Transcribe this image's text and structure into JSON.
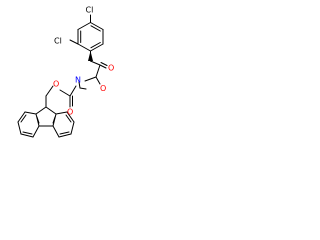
{
  "molecule": {
    "atoms": {
      "cl1": "Cl",
      "cl2": "Cl",
      "o_ring": "O",
      "o_carbonyl_ring": "O",
      "n_ring": "N",
      "o_carbamate_carbonyl": "O",
      "o_carbamate_ester": "O"
    },
    "colors": {
      "bond": "#000000",
      "oxygen": "#ff0000",
      "nitrogen": "#0000ff",
      "halogen": "#000000",
      "background": "#ffffff"
    }
  }
}
